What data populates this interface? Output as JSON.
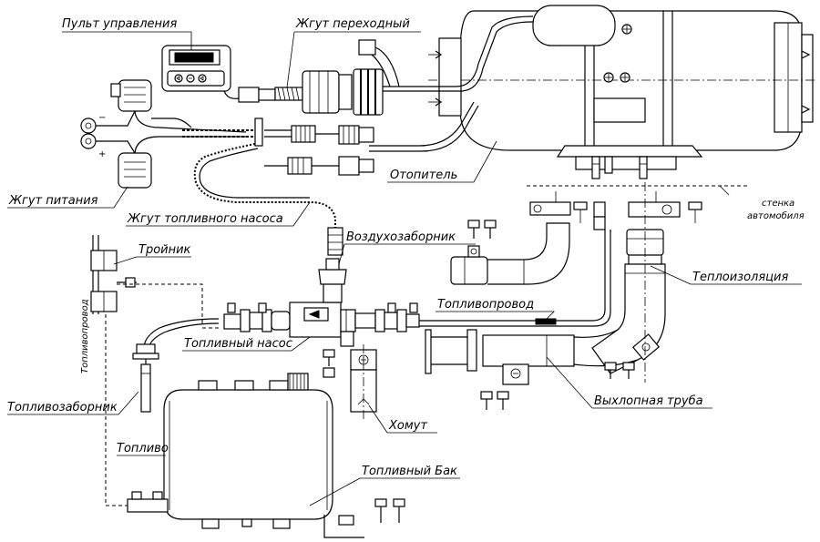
{
  "labels": {
    "control_panel": "Пульт управления",
    "adapter_harness": "Жгут переходный",
    "power_harness": "Жгут питания",
    "fuel_pump_harness": "Жгут топливного насоса",
    "heater": "Отопитель",
    "vehicle_wall_line1": "стенка",
    "vehicle_wall_line2": "автомобиля",
    "air_intake": "Воздухозаборник",
    "tee": "Тройник",
    "fuel_line_vertical": "Топливопровод",
    "fuel_line": "Топливопровод",
    "insulation": "Теплоизоляция",
    "fuel_pump": "Топливный насос",
    "fuel_intake": "Топливозаборник",
    "exhaust_pipe": "Выхлопная труба",
    "clamp": "Хомут",
    "fuel": "Топливо",
    "fuel_tank": "Топливный Бак",
    "minus": "−",
    "plus": "+"
  }
}
